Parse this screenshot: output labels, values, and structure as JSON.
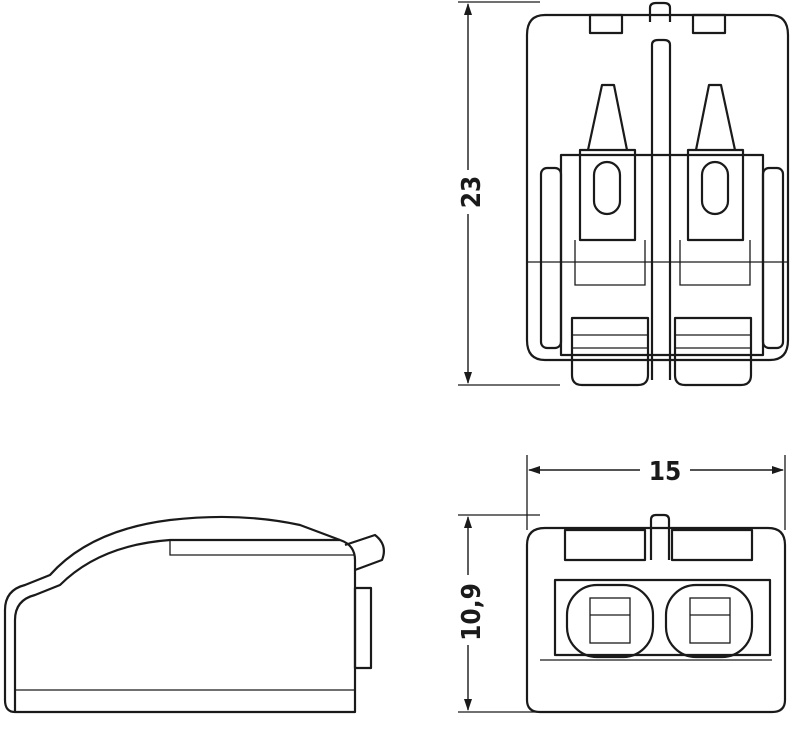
{
  "drawing": {
    "views": [
      "top-view",
      "side-view",
      "front-view"
    ],
    "dimensions": {
      "length": "23",
      "width": "15",
      "height": "10,9"
    },
    "line_color": "#1a1a1a",
    "background": "#ffffff"
  }
}
